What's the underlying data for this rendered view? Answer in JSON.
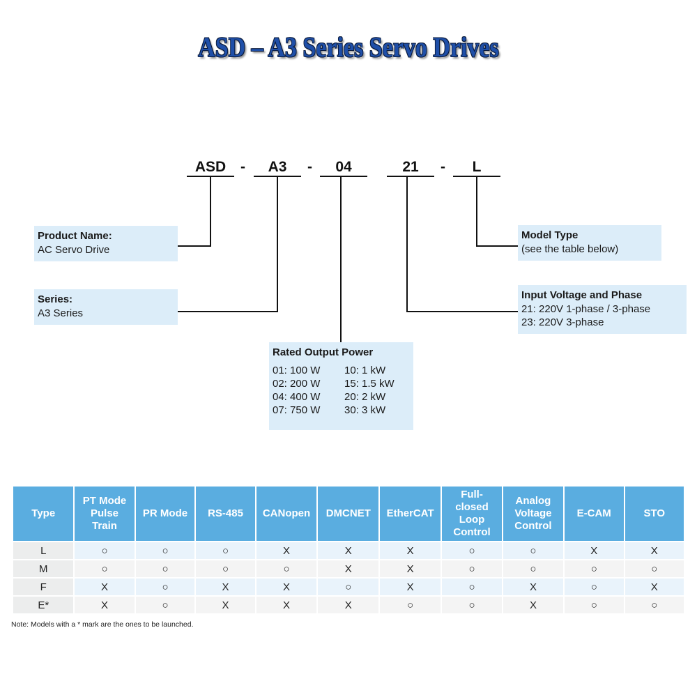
{
  "title": "ASD – A3 Series Servo Drives",
  "model_code": {
    "seg1": "ASD",
    "dash1": "-",
    "seg2": "A3",
    "dash2": "-",
    "seg3": "04",
    "seg4": "21",
    "dash3": "-",
    "seg5": "L"
  },
  "product_name": {
    "heading": "Product Name:",
    "value": "AC Servo Drive"
  },
  "series": {
    "heading": "Series:",
    "value": "A3 Series"
  },
  "rated_output_power": {
    "heading": "Rated Output Power",
    "items": [
      "01: 100 W",
      "10: 1 kW",
      "02: 200 W",
      "15: 1.5 kW",
      "04: 400 W",
      "20: 2 kW",
      "07: 750 W",
      "30: 3 kW"
    ]
  },
  "model_type": {
    "heading": "Model Type",
    "value": "(see the table below)"
  },
  "input_voltage": {
    "heading": "Input Voltage and Phase",
    "line1": "21: 220V 1-phase / 3-phase",
    "line2": "23: 220V  3-phase"
  },
  "table": {
    "headers": [
      "Type",
      "PT Mode\nPulse\nTrain",
      "PR Mode",
      "RS-485",
      "CANopen",
      "DMCNET",
      "EtherCAT",
      "Full-\nclosed\nLoop\nControl",
      "Analog\nVoltage\nControl",
      "E-CAM",
      "STO"
    ],
    "rows": [
      [
        "L",
        "○",
        "○",
        "○",
        "X",
        "X",
        "X",
        "○",
        "○",
        "X",
        "X"
      ],
      [
        "M",
        "○",
        "○",
        "○",
        "○",
        "X",
        "X",
        "○",
        "○",
        "○",
        "○"
      ],
      [
        "F",
        "X",
        "○",
        "X",
        "X",
        "○",
        "X",
        "○",
        "X",
        "○",
        "X"
      ],
      [
        "E*",
        "X",
        "○",
        "X",
        "X",
        "X",
        "○",
        "○",
        "X",
        "○",
        "○"
      ]
    ]
  },
  "note": "Note: Models with a * mark are the ones to be launched.",
  "colors": {
    "header_bg": "#5aade0",
    "box_bg": "#dcedf9",
    "title": "#1f4fa8"
  }
}
